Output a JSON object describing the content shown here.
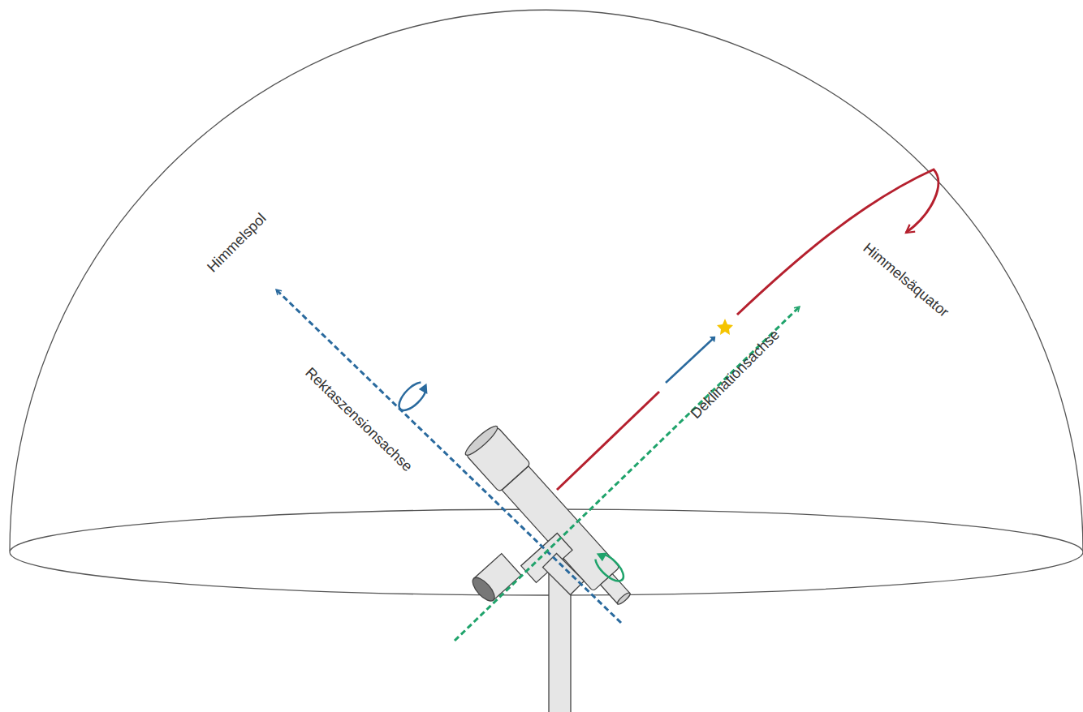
{
  "diagram": {
    "labels": [
      "Himmelspol",
      "Rektaszensionsachse",
      "Deklinationsachse",
      "Himmelsäquator"
    ]
  }
}
